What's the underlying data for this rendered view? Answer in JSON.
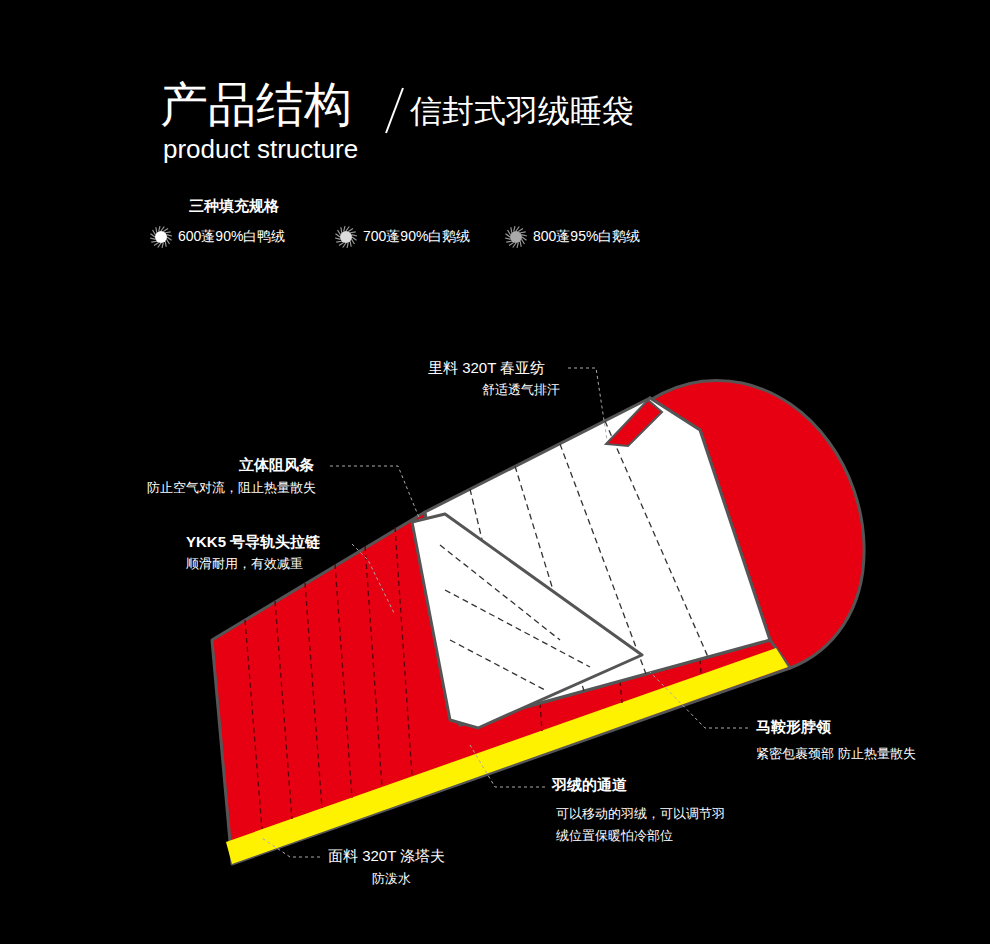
{
  "diagram": {
    "title": "产品结构",
    "labels": [
      "product structure",
      "信封式羽绒睡袋",
      "三种填充规格",
      "里料 320T 春亚纺",
      "舒适透气排汗",
      "立体阻风条",
      "防止空气对流，阻止热量散失",
      "YKK5 号导轨头拉链",
      "顺滑耐用，有效减重",
      "马鞍形脖领",
      "紧密包裹颈部 防止热量散失",
      "羽绒的通道",
      "可以移动的羽绒，可以调节羽 绒位置保暖怕冷部位",
      "面料 320T 涤塔夫",
      "防泼水"
    ],
    "legend": [
      {
        "text": "600蓬90%白鸭绒"
      },
      {
        "text": "700蓬90%白鹅绒"
      },
      {
        "text": "800蓬95%白鹅绒"
      }
    ]
  }
}
